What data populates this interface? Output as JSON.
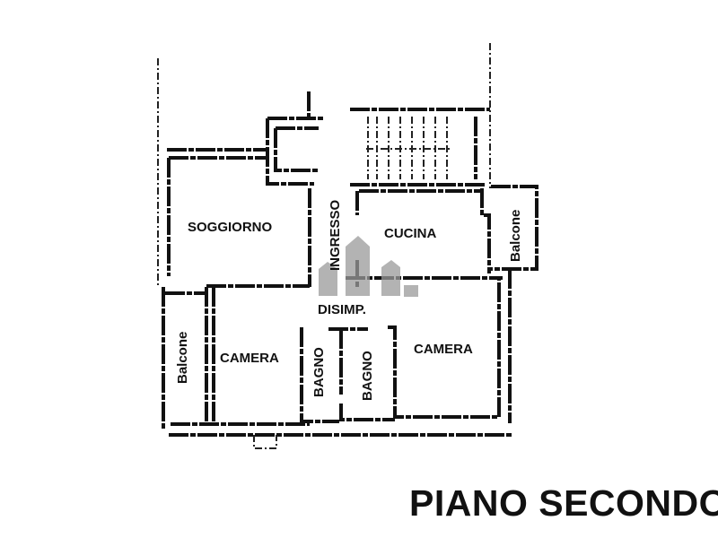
{
  "plan": {
    "rooms": {
      "soggiorno": "SOGGIORNO",
      "ingresso": "INGRESSO",
      "cucina": "CUCINA",
      "balcone_right": "Balcone",
      "balcone_left": "Balcone",
      "disimp": "DISIMP.",
      "camera_left": "CAMERA",
      "bagno_1": "BAGNO",
      "bagno_2": "BAGNO",
      "camera_right": "CAMERA"
    },
    "title": "PIANO SECONDO"
  },
  "colors": {
    "wall": "#111111",
    "watermark": "#9a9a9a"
  }
}
